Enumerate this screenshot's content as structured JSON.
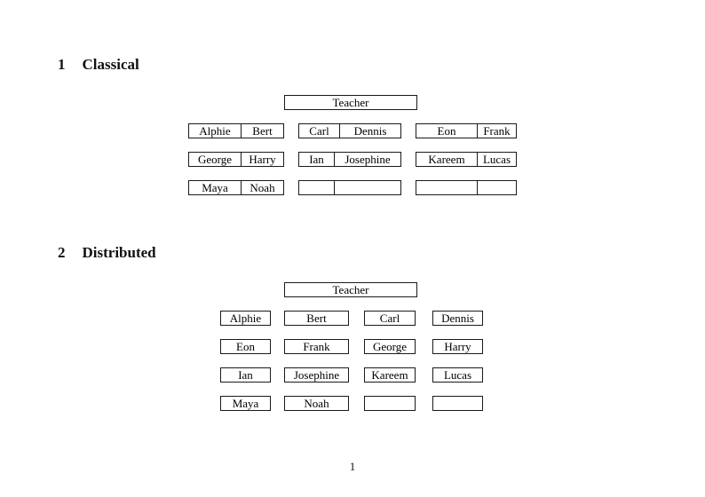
{
  "document": {
    "page_number": "1"
  },
  "classical": {
    "number": "1",
    "title": "Classical",
    "teacher": "Teacher",
    "rows": [
      [
        {
          "left": "Alphie",
          "right": "Bert"
        },
        {
          "left": "Carl",
          "right": "Dennis"
        },
        {
          "left": "Eon",
          "right": "Frank"
        }
      ],
      [
        {
          "left": "George",
          "right": "Harry"
        },
        {
          "left": "Ian",
          "right": "Josephine"
        },
        {
          "left": "Kareem",
          "right": "Lucas"
        }
      ],
      [
        {
          "left": "Maya",
          "right": "Noah"
        },
        {
          "left": "",
          "right": ""
        },
        {
          "left": "",
          "right": ""
        }
      ]
    ]
  },
  "distributed": {
    "number": "2",
    "title": "Distributed",
    "teacher": "Teacher",
    "rows": [
      [
        "Alphie",
        "Bert",
        "Carl",
        "Dennis"
      ],
      [
        "Eon",
        "Frank",
        "George",
        "Harry"
      ],
      [
        "Ian",
        "Josephine",
        "Kareem",
        "Lucas"
      ],
      [
        "Maya",
        "Noah",
        "",
        ""
      ]
    ]
  }
}
